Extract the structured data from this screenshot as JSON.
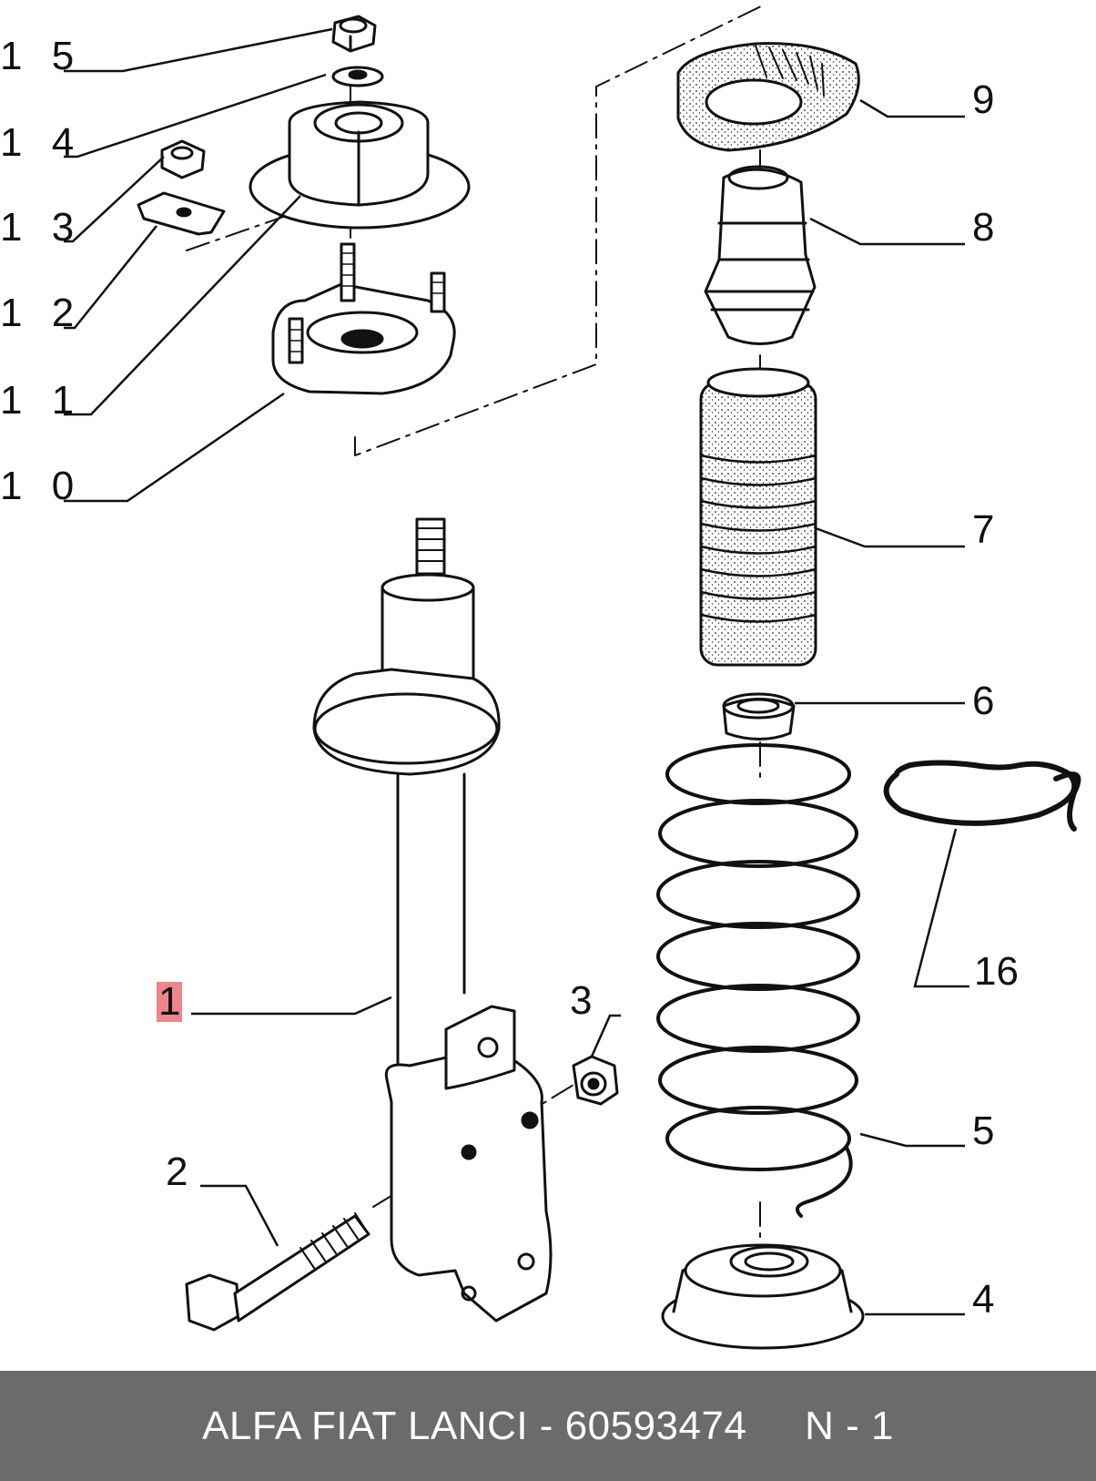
{
  "diagram": {
    "callouts": [
      {
        "id": "15",
        "label": "1 5"
      },
      {
        "id": "14",
        "label": "1 4"
      },
      {
        "id": "13",
        "label": "1 3"
      },
      {
        "id": "12",
        "label": "1 2"
      },
      {
        "id": "11",
        "label": "1 1"
      },
      {
        "id": "10",
        "label": "1 0"
      },
      {
        "id": "9",
        "label": "9"
      },
      {
        "id": "8",
        "label": "8"
      },
      {
        "id": "7",
        "label": "7"
      },
      {
        "id": "6",
        "label": "6"
      },
      {
        "id": "16",
        "label": "16"
      },
      {
        "id": "5",
        "label": "5"
      },
      {
        "id": "4",
        "label": "4"
      },
      {
        "id": "3",
        "label": "3"
      },
      {
        "id": "2",
        "label": "2"
      },
      {
        "id": "1",
        "label": "1"
      }
    ],
    "highlight_color": "#ec6e78"
  },
  "footer": {
    "text": "ALFA FIAT LANCI - 60593474     N - 1",
    "background": "#6b6b6b"
  }
}
